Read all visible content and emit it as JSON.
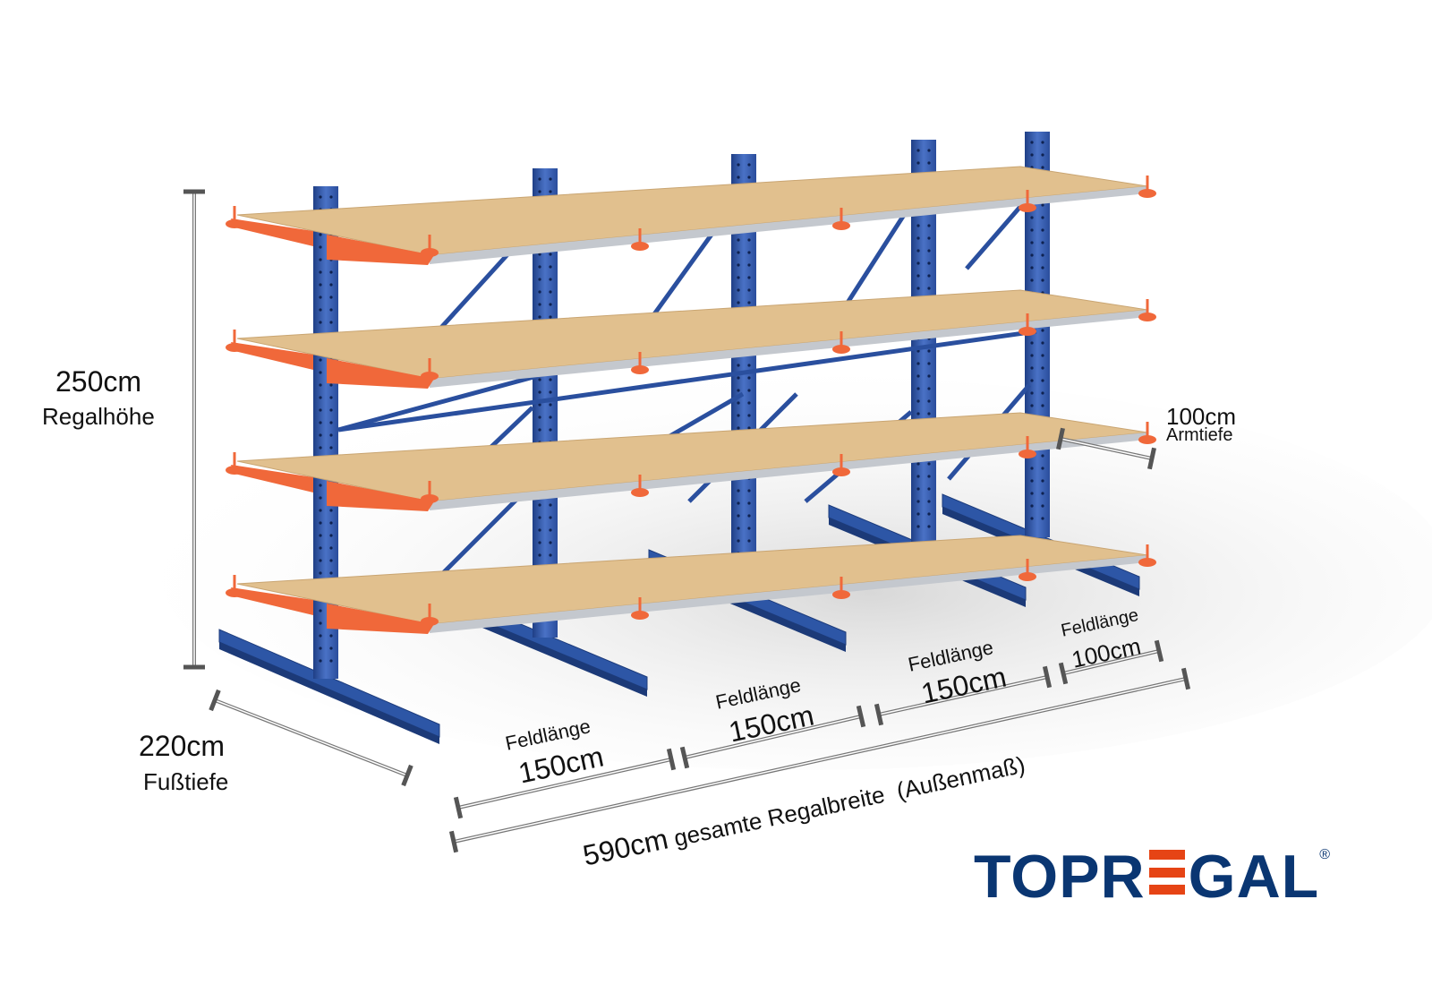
{
  "dimensions": {
    "height": {
      "value": "250cm",
      "label": "Regalhöhe"
    },
    "base_depth": {
      "value": "220cm",
      "label": "Fußtiefe"
    },
    "arm_depth": {
      "value": "100cm",
      "label": "Armtiefe"
    },
    "bays": [
      {
        "label": "Feldlänge",
        "value": "150cm"
      },
      {
        "label": "Feldlänge",
        "value": "150cm"
      },
      {
        "label": "Feldlänge",
        "value": "150cm"
      },
      {
        "label": "Feldlänge",
        "value": "100cm"
      }
    ],
    "total_width": {
      "value": "590cm",
      "label": "gesamte Regalbreite",
      "note": "(Außenmaß)"
    }
  },
  "brand": {
    "logo_text_1": "TOPR",
    "logo_text_2": "GAL",
    "registered": "®"
  },
  "colors": {
    "column": "#2e57a8",
    "arm": "#f0683a",
    "shelf": "#e1c08e",
    "brand_blue": "#0a3672",
    "brand_orange": "#e64415"
  }
}
